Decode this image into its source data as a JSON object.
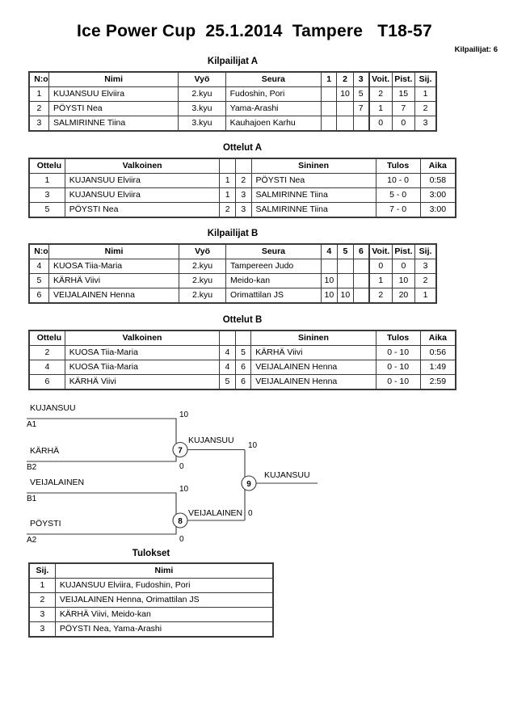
{
  "header": {
    "title": "Ice Power Cup  25.1.2014  Tampere   T18-57",
    "entrants_label": "Kilpailijat: 6"
  },
  "pool_a": {
    "caption": "Kilpailijat A",
    "columns": [
      "N:o",
      "Nimi",
      "Vyö",
      "Seura",
      "1",
      "2",
      "3",
      "Voit.",
      "Pist.",
      "Sij."
    ],
    "rows": [
      {
        "no": "1",
        "name": "KUJANSUU Elviira",
        "belt": "2.kyu",
        "club": "Fudoshin, Pori",
        "m1": "",
        "m2": "10",
        "m3": "5",
        "wins": "2",
        "points": "15",
        "rank": "1"
      },
      {
        "no": "2",
        "name": "PÖYSTI Nea",
        "belt": "3.kyu",
        "club": "Yama-Arashi",
        "m1": "",
        "m2": "",
        "m3": "7",
        "wins": "1",
        "points": "7",
        "rank": "2"
      },
      {
        "no": "3",
        "name": "SALMIRINNE Tiina",
        "belt": "3.kyu",
        "club": "Kauhajoen Karhu",
        "m1": "",
        "m2": "",
        "m3": "",
        "wins": "0",
        "points": "0",
        "rank": "3"
      }
    ]
  },
  "matches_a": {
    "caption": "Ottelut A",
    "columns": [
      "Ottelu",
      "Valkoinen",
      "",
      "",
      "Sininen",
      "Tulos",
      "Aika"
    ],
    "rows": [
      {
        "match": "1",
        "white": "KUJANSUU Elviira",
        "white_no": "1",
        "blue_no": "2",
        "blue": "PÖYSTI Nea",
        "result": "10 - 0",
        "time": "0:58"
      },
      {
        "match": "3",
        "white": "KUJANSUU Elviira",
        "white_no": "1",
        "blue_no": "3",
        "blue": "SALMIRINNE Tiina",
        "result": "5 - 0",
        "time": "3:00"
      },
      {
        "match": "5",
        "white": "PÖYSTI Nea",
        "white_no": "2",
        "blue_no": "3",
        "blue": "SALMIRINNE Tiina",
        "result": "7 - 0",
        "time": "3:00"
      }
    ]
  },
  "pool_b": {
    "caption": "Kilpailijat B",
    "columns": [
      "N:o",
      "Nimi",
      "Vyö",
      "Seura",
      "4",
      "5",
      "6",
      "Voit.",
      "Pist.",
      "Sij."
    ],
    "rows": [
      {
        "no": "4",
        "name": "KUOSA Tiia-Maria",
        "belt": "2.kyu",
        "club": "Tampereen Judo",
        "m1": "",
        "m2": "",
        "m3": "",
        "wins": "0",
        "points": "0",
        "rank": "3"
      },
      {
        "no": "5",
        "name": "KÄRHÄ Viivi",
        "belt": "2.kyu",
        "club": "Meido-kan",
        "m1": "10",
        "m2": "",
        "m3": "",
        "wins": "1",
        "points": "10",
        "rank": "2"
      },
      {
        "no": "6",
        "name": "VEIJALAINEN Henna",
        "belt": "2.kyu",
        "club": "Orimattilan JS",
        "m1": "10",
        "m2": "10",
        "m3": "",
        "wins": "2",
        "points": "20",
        "rank": "1"
      }
    ]
  },
  "matches_b": {
    "caption": "Ottelut B",
    "columns": [
      "Ottelu",
      "Valkoinen",
      "",
      "",
      "Sininen",
      "Tulos",
      "Aika"
    ],
    "rows": [
      {
        "match": "2",
        "white": "KUOSA Tiia-Maria",
        "white_no": "4",
        "blue_no": "5",
        "blue": "KÄRHÄ Viivi",
        "result": "0 - 10",
        "time": "0:56"
      },
      {
        "match": "4",
        "white": "KUOSA Tiia-Maria",
        "white_no": "4",
        "blue_no": "6",
        "blue": "VEIJALAINEN Henna",
        "result": "0 - 10",
        "time": "1:49"
      },
      {
        "match": "6",
        "white": "KÄRHÄ Viivi",
        "white_no": "5",
        "blue_no": "6",
        "blue": "VEIJALAINEN Henna",
        "result": "0 - 10",
        "time": "2:59"
      }
    ]
  },
  "bracket": {
    "semifinal_1": {
      "match_no": "7",
      "top_name": "KUJANSUU",
      "top_seed": "A1",
      "top_score": "10",
      "bottom_name": "KÄRHÄ",
      "bottom_seed": "B2",
      "bottom_score": "0",
      "winner": "KUJANSUU"
    },
    "semifinal_2": {
      "match_no": "8",
      "top_name": "VEIJALAINEN",
      "top_seed": "B1",
      "top_score": "10",
      "bottom_name": "PÖYSTI",
      "bottom_seed": "A2",
      "bottom_score": "0",
      "winner": "VEIJALAINEN"
    },
    "final": {
      "match_no": "9",
      "top_score": "10",
      "bottom_score": "0",
      "winner": "KUJANSUU"
    }
  },
  "results": {
    "caption": "Tulokset",
    "columns": [
      "Sij.",
      "Nimi"
    ],
    "rows": [
      {
        "rank": "1",
        "name": "KUJANSUU Elviira, Fudoshin, Pori"
      },
      {
        "rank": "2",
        "name": "VEIJALAINEN Henna, Orimattilan JS"
      },
      {
        "rank": "3",
        "name": "KÄRHÄ Viivi, Meido-kan"
      },
      {
        "rank": "3",
        "name": "PÖYSTI Nea, Yama-Arashi"
      }
    ]
  }
}
